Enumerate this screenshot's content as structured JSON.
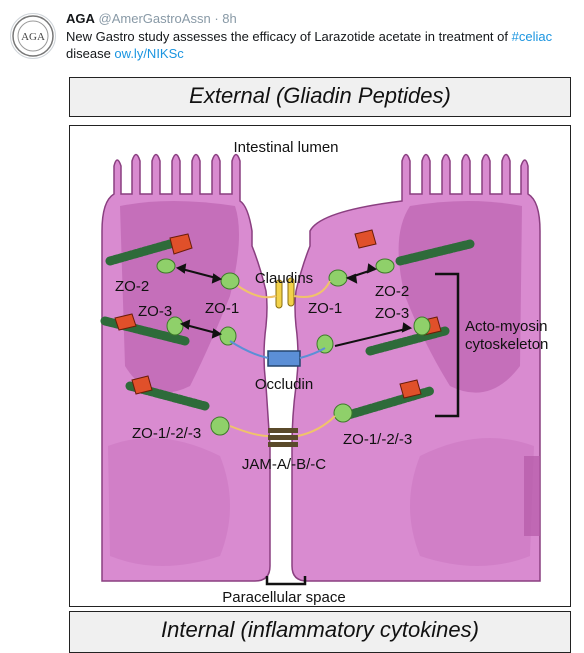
{
  "tweet": {
    "author_name": "AGA",
    "handle": "@AmerGastroAssn",
    "separator": "·",
    "time": "8h",
    "text_before": "New Gastro study assesses the efficacy of Larazotide acetate in treatment of ",
    "hashtag": "#celiac",
    "text_middle": " disease ",
    "link": "ow.ly/NIKSc",
    "avatar_initials": "AGA"
  },
  "figure": {
    "top_title": "External (Gliadin Peptides)",
    "bottom_title": "Internal (inflammatory cytokines)",
    "labels": {
      "intestinal_lumen": "Intestinal lumen",
      "claudins": "Claudins",
      "zo2_left": "ZO-2",
      "zo1_left": "ZO-1",
      "zo3_left": "ZO-3",
      "zo2_right": "ZO-2",
      "zo1_right": "ZO-1",
      "zo3_right": "ZO-3",
      "acto_myosin_1": "Acto-myosin",
      "acto_myosin_2": "cytoskeleton",
      "occludin": "Occludin",
      "zo123_left": "ZO-1/-2/-3",
      "zo123_right": "ZO-1/-2/-3",
      "jam": "JAM-A/-B/-C",
      "paracellular_space": "Paracellular space"
    }
  },
  "colors": {
    "cell_fill": "#d98bd0",
    "cell_dark": "#b55aa8",
    "protein_green": "#8fd06a",
    "actin_green": "#2e6b3a",
    "myosin_red": "#e0502a",
    "occludin_blue": "#5b8fd6",
    "link_blue": "#1b95e0"
  }
}
